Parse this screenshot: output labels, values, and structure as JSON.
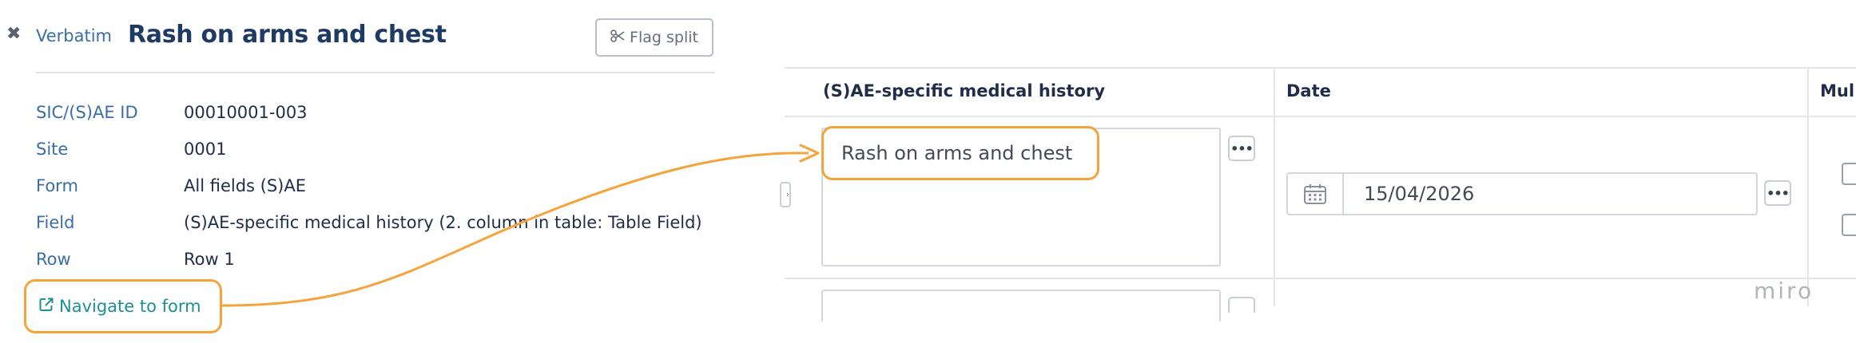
{
  "left_panel": {
    "close_glyph": "✖",
    "verbatim_label": "Verbatim",
    "verbatim_title": "Rash on arms and chest",
    "flag_split_label": "Flag split",
    "info": {
      "sae_id": {
        "key": "SIC/(S)AE ID",
        "value": "00010001-003"
      },
      "site": {
        "key": "Site",
        "value": "0001"
      },
      "form": {
        "key": "Form",
        "value": "All fields (S)AE"
      },
      "field": {
        "key": "Field",
        "value": "(S)AE-specific medical history (2. column in table: Table Field)"
      },
      "row": {
        "key": "Row",
        "value": "Row 1"
      }
    },
    "navigate_label": "Navigate to form"
  },
  "table": {
    "headers": {
      "history": "(S)AE-specific medical history",
      "date": "Date",
      "multi": "Mul"
    },
    "row1": {
      "history_value": "Rash on arms and chest",
      "date_value": "15/04/2026"
    },
    "dots_glyph": "•••"
  },
  "watermark": "miro",
  "colors": {
    "highlight": "#f5a33b",
    "link": "#1e8f96",
    "label_blue": "#3a6ea8",
    "title_navy": "#1f3b63"
  },
  "icons": [
    "close-icon",
    "scissors-icon",
    "external-link-icon",
    "calendar-icon",
    "more-dots-icon"
  ]
}
